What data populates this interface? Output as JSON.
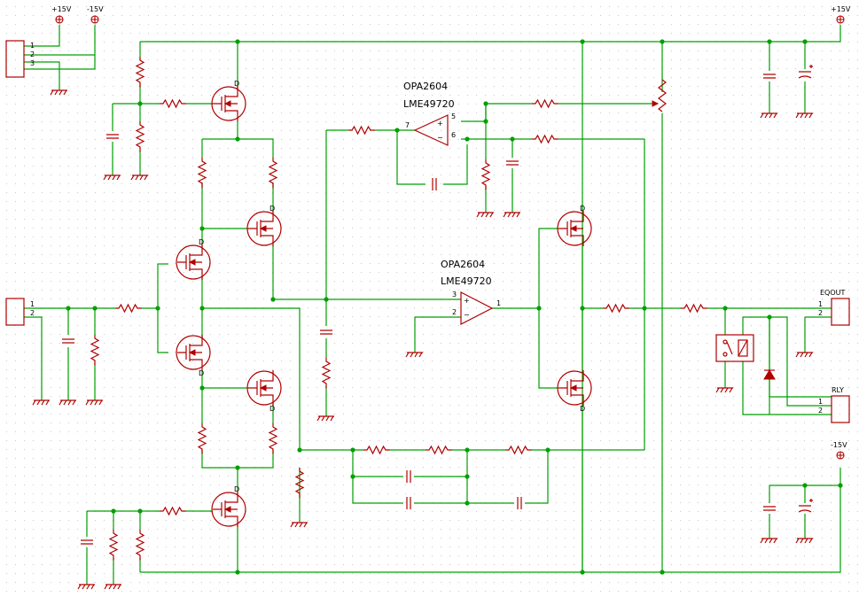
{
  "power": {
    "p15_tl": "+15V",
    "m15_tl": "-15V",
    "p15_tr": "+15V",
    "m15_br": "-15V"
  },
  "opamps": {
    "top_name": "OPA2604",
    "top_alt": "LME49720",
    "mid_name": "OPA2604",
    "mid_alt": "LME49720",
    "top_pins": [
      "7",
      "5",
      "6"
    ],
    "mid_pins": [
      "3",
      "2",
      "1"
    ]
  },
  "connectors": {
    "eqout": "EQOUT",
    "rly": "RLY",
    "pins": [
      "1",
      "2",
      "3"
    ]
  },
  "drain_label": "D",
  "colors": {
    "wire": "#00a000",
    "component": "#b00000",
    "grid": "#c8c8c8"
  }
}
